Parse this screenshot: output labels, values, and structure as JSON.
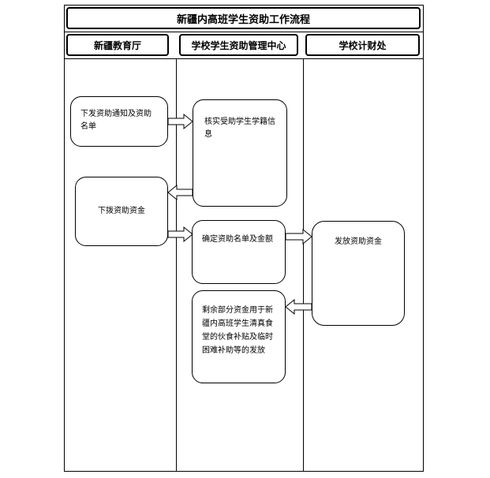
{
  "title": "新疆内高班学生资助工作流程",
  "lanes": [
    {
      "label": "新疆教育厅"
    },
    {
      "label": "学校学生资助管理中心"
    },
    {
      "label": "学校计财处"
    }
  ],
  "nodes": {
    "notice": "下发资助通知及资助名单",
    "verify": "核实受助学生学籍信息",
    "allocate": "下拨资助资金",
    "confirm": "确定资助名单及金额",
    "distribute": "发放资助资金",
    "remaining": "剩余部分资金用于新疆内高班学生清真食堂的伙食补贴及临时困难补助等的发放"
  }
}
